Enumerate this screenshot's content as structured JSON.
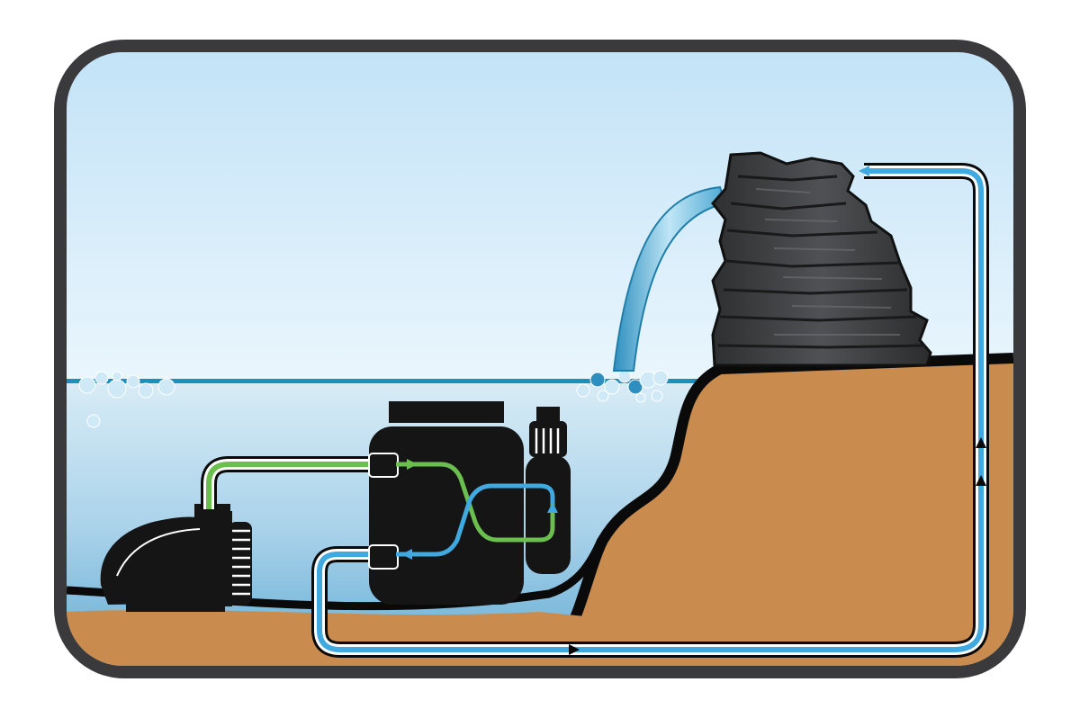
{
  "diagram": {
    "kind": "pond-filtration-cycle",
    "colors": {
      "frame": "#3a3a3c",
      "sky_top": "#c8e6f8",
      "sky_bottom": "#e9f5fc",
      "water_surface": "#1a8fc0",
      "water_top": "#cfe6f2",
      "water_bottom": "#6fb3d6",
      "soil": "#c98c4e",
      "soil_dark": "#b27640",
      "equipment": "#151515",
      "rock": "#3c3d40",
      "pipe": "#0a0a0a",
      "flow_blue": "#3fa9e0",
      "flow_green": "#6bbf4e",
      "waterfall": "#8ccfea",
      "bubble": "#bfe6f5"
    },
    "components": [
      {
        "name": "pump-icon"
      },
      {
        "name": "filter-canister-icon"
      },
      {
        "name": "uv-clarifier-icon"
      },
      {
        "name": "rock-waterfall-icon"
      },
      {
        "name": "return-pipe"
      },
      {
        "name": "waterfall-stream"
      }
    ],
    "flow_direction": [
      "pump",
      "filter",
      "uv-clarifier",
      "filter",
      "return-pipe",
      "waterfall",
      "pond"
    ]
  }
}
